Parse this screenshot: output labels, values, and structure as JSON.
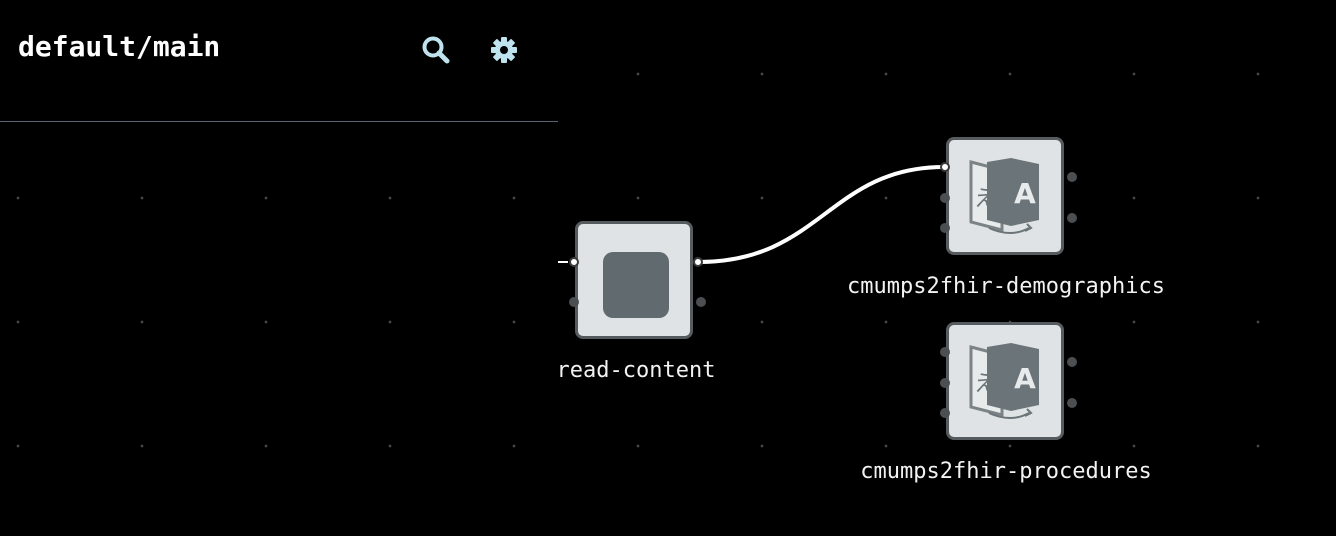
{
  "panel": {
    "title": "default/main",
    "search_icon": "search-icon",
    "settings_icon": "gear-icon"
  },
  "nodes": [
    {
      "id": "read-content",
      "label": "read-content",
      "icon": "stop-square-icon"
    },
    {
      "id": "cmumps2fhir-demographics",
      "label": "cmumps2fhir-demographics",
      "icon": "translate-icon"
    },
    {
      "id": "cmumps2fhir-procedures",
      "label": "cmumps2fhir-procedures",
      "icon": "translate-icon"
    }
  ],
  "edges": [
    {
      "from": "read-content",
      "to": "cmumps2fhir-demographics"
    }
  ],
  "colors": {
    "background": "#000000",
    "node_fill": "#dfe3e5",
    "node_border": "#555b5e",
    "edge": "#ffffff",
    "search_icon": "#bfe3ee",
    "settings_icon": "#bfe3ee"
  }
}
